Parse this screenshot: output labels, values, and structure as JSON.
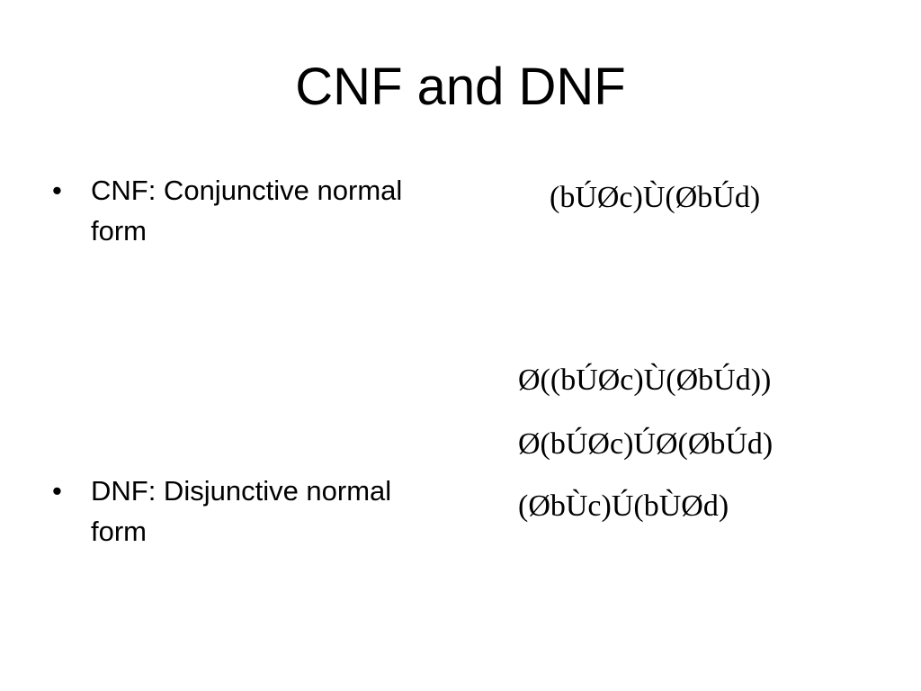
{
  "slide": {
    "title": "CNF and DNF",
    "bullets": [
      {
        "marker": "•",
        "text": "CNF: Conjunctive normal form"
      },
      {
        "marker": "•",
        "text": "DNF: Disjunctive normal form"
      }
    ],
    "formulas": [
      "(bÚØc)Ù(ØbÚd)",
      "Ø((bÚØc)Ù(ØbÚd))",
      "Ø(bÚØc)ÚØ(ØbÚd)",
      "(ØbÙc)Ú(bÙØd)"
    ]
  }
}
